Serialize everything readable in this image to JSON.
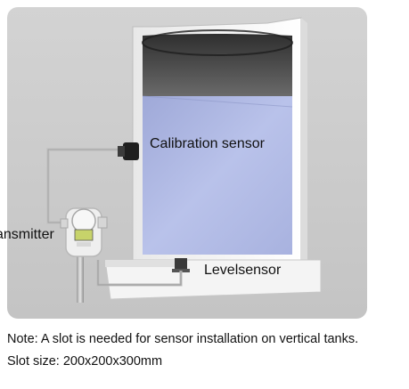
{
  "labels": {
    "calibration_sensor": "Calibration sensor",
    "transmitter": "ansmitter",
    "level_sensor": "Levelsensor"
  },
  "notes": {
    "line1": "Note: A slot is needed for sensor installation on vertical tanks.",
    "line2": "Slot size: 200x200x300mm"
  },
  "colors": {
    "background_panel": "#cfcfcf",
    "liquid": "#b3bde6",
    "tank_frame": "#f2f2f2",
    "tank_interior": "#4a4a4a"
  }
}
